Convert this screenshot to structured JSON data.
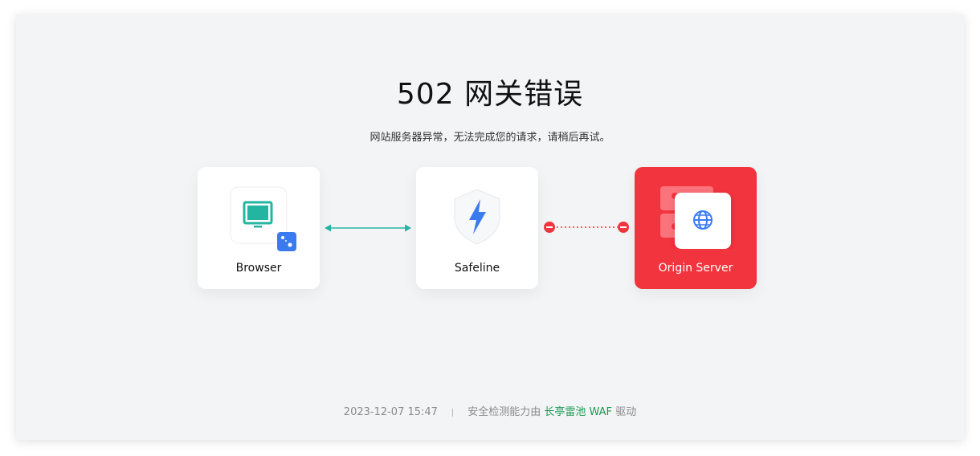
{
  "title": "502 网关错误",
  "subtitle": "网站服务器异常，无法完成您的请求，请稍后再试。",
  "nodes": {
    "browser": {
      "label": "Browser",
      "icon": "monitor-icon"
    },
    "safeline": {
      "label": "Safeline",
      "icon": "shield-bolt-icon"
    },
    "origin": {
      "label": "Origin Server",
      "icon": "globe-server-icon"
    }
  },
  "connections": {
    "browser_safeline": {
      "status": "ok",
      "icon": "double-arrow-icon"
    },
    "safeline_origin": {
      "status": "error",
      "icon": "broken-link-icon"
    }
  },
  "footer": {
    "timestamp": "2023-12-07 15:47",
    "powered_prefix": "安全检测能力由",
    "brand": "长亭雷池 WAF",
    "powered_suffix": "驱动"
  },
  "colors": {
    "ok": "#24b5a2",
    "error": "#f2343f",
    "brand": "#1a9a52",
    "accent_blue": "#3a7cf0"
  }
}
